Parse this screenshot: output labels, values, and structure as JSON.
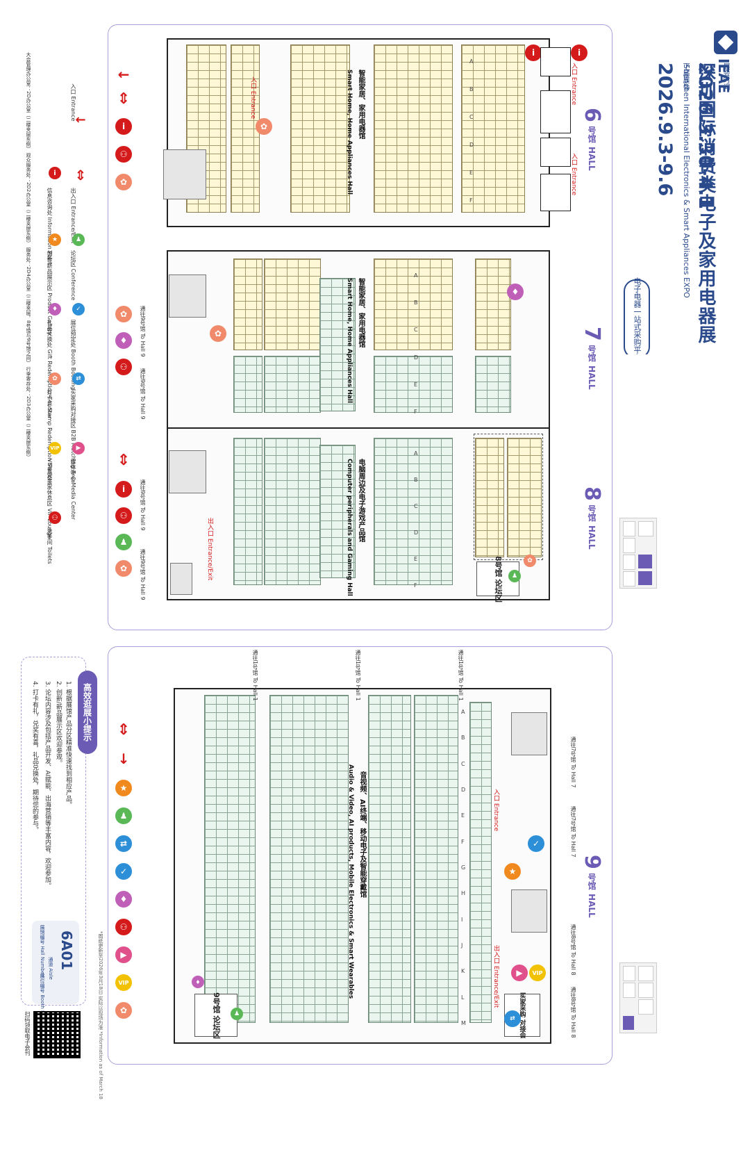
{
  "header": {
    "logo_text": "IEAE",
    "title_cn": "深圳国际消费类电子及家用电器展",
    "title_en": "Shenzhen International Electronics & Smart Appliances EXPO",
    "first_half_label": "展会时间",
    "first_half_date": "2026.3.30-4.1",
    "second_half_label": "下届展会",
    "second_half_date": "2026.9.3-9.6",
    "slogan": "电子电器一站式采购平台"
  },
  "halls": [
    {
      "id": "6",
      "num": "6",
      "suffix": "号馆",
      "hall_word": "HALL",
      "theme_cn": "智能家居、家用电器馆",
      "theme_en": "Smart Home, Home Appliances Hall"
    },
    {
      "id": "7",
      "num": "7",
      "suffix": "号馆",
      "hall_word": "HALL",
      "theme_cn": "智能家居、家用电器馆",
      "theme_en": "Smart Home, Home Appliances Hall"
    },
    {
      "id": "8",
      "num": "8",
      "suffix": "号馆",
      "hall_word": "HALL",
      "theme_cn": "电脑周边及电子游戏产品馆",
      "theme_en": "Computer peripherals and Gaming Hall"
    },
    {
      "id": "9",
      "num": "9",
      "suffix": "号馆",
      "hall_word": "HALL",
      "theme_cn": "音视频、AI终端、移动电子及智能穿戴馆",
      "theme_en": "Audio & Video, AI products, Mobile Electronics & Smart Wearables"
    }
  ],
  "labels": {
    "entrance": "入口 Entrance",
    "entrance_exit": "出入口 Entrance/Exit",
    "to_hall_9": "通往9号馆 To Hall 9",
    "to_hall_1": "通往1号馆 To Hall 1",
    "to_hall_7": "通往7号馆 To Hall 7",
    "to_hall_8": "通往8号馆 To Hall 8",
    "forum_8": "8号馆 论坛区",
    "forum_9": "9号馆 论坛区",
    "purchase_area": "买家采购 对接会"
  },
  "aisles_a_to_f": [
    "A",
    "B",
    "C",
    "D",
    "E",
    "F"
  ],
  "aisles_a_to_m": [
    "A",
    "B",
    "C",
    "D",
    "E",
    "F",
    "G",
    "H",
    "I",
    "J",
    "K",
    "L",
    "M"
  ],
  "legend": [
    {
      "icon": "entrance-icon",
      "cn": "入口",
      "en": "Entrance"
    },
    {
      "icon": "entrance-exit-icon",
      "cn": "出入口",
      "en": "Entrance/Exit"
    },
    {
      "icon": "info-point-icon",
      "cn": "信息咨询处",
      "en": "Information Point"
    },
    {
      "icon": "conference-icon",
      "cn": "论坛区",
      "en": "Conference"
    },
    {
      "icon": "booth-booking-icon",
      "cn": "展位预定处",
      "en": "Booth Booking"
    },
    {
      "icon": "b2b-matching-icon",
      "cn": "买家采购对接区",
      "en": "B2B Matching Area"
    },
    {
      "icon": "media-center-icon",
      "cn": "媒体中心",
      "en": "Media Center"
    },
    {
      "icon": "new-product-icon",
      "cn": "创新/新品展示区",
      "en": "Product Gallery"
    },
    {
      "icon": "gift-icon",
      "cn": "礼品兑换处",
      "en": "Gift Redemption Counter"
    },
    {
      "icon": "stamp-icon",
      "cn": "打卡点",
      "en": "Stamp Redemption Stations"
    },
    {
      "icon": "vip-icon",
      "cn": "VIP贵宾买家休息区",
      "en": "VIP Lounge"
    },
    {
      "icon": "toilet-icon",
      "cn": "洗手间",
      "en": "Toilets"
    }
  ],
  "offices": "大会管理办公室：2D办公室（二楼夹层东侧）  观众服务处：2D2办公室（二楼夹层东侧）  服务处：2D4办公室（二楼夹层，8号馆与9号馆之间）  行李寄存处：2D3办公室（二楼夹层东侧）",
  "tips": {
    "title": "高效逛展小提示",
    "items": [
      "1. 根据展馆产品分区精准快速找到相应产品。",
      "2. 创新/新品展示区欢迎参观。",
      "3. 论坛内容涉及包括产品开发、AI赋能、出海营销等丰富内容，欢迎参加。",
      "4. 打卡有礼，兑奖有喜，礼品兑换处，期待您的参与。"
    ]
  },
  "booth_key": {
    "example": "6A01",
    "hall_number_cn": "展馆编号",
    "hall_number_en": "Hall Number",
    "aisle_cn": "通道",
    "aisle_en": "Aisle",
    "booth_number_cn": "展位编号",
    "booth_number_en": "Booth Number"
  },
  "qr_caption": "扫码领取电子会刊",
  "footnote": "*图纸更新至2026年3月18日 实际以现场为准  *Information as of March 18"
}
